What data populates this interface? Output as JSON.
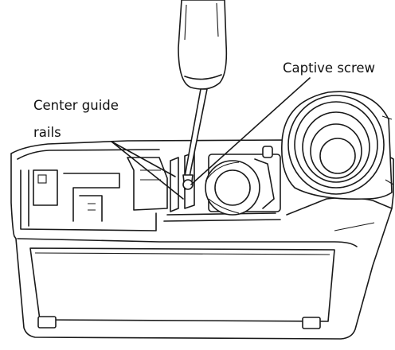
{
  "labels": {
    "captive_screw": "Captive screw",
    "center_guide_rails_line1": "Center guide",
    "center_guide_rails_line2": "rails"
  },
  "colors": {
    "line": "#1a1a1a",
    "background": "#ffffff"
  }
}
